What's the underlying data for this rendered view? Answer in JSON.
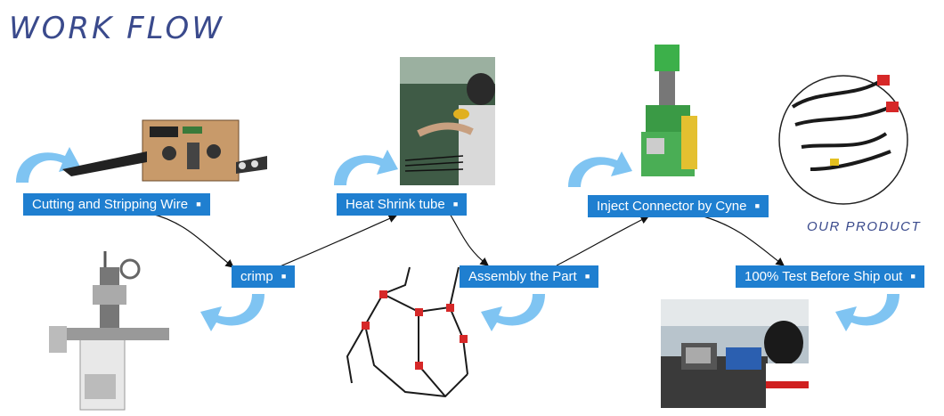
{
  "title": "WORK FLOW",
  "steps": [
    {
      "label": "Cutting and Stripping Wire"
    },
    {
      "label": "crimp"
    },
    {
      "label": "Heat Shrink tube"
    },
    {
      "label": "Assembly the Part"
    },
    {
      "label": "Inject Connector by Cyne"
    },
    {
      "label": "100% Test Before Ship out"
    }
  ],
  "product_label": "OUR PRODUCT",
  "colors": {
    "step_bg": "#1f7fd0",
    "title": "#3a4a8c",
    "swirl_arrow": "#7fc4f2",
    "connector_line": "#111111"
  }
}
